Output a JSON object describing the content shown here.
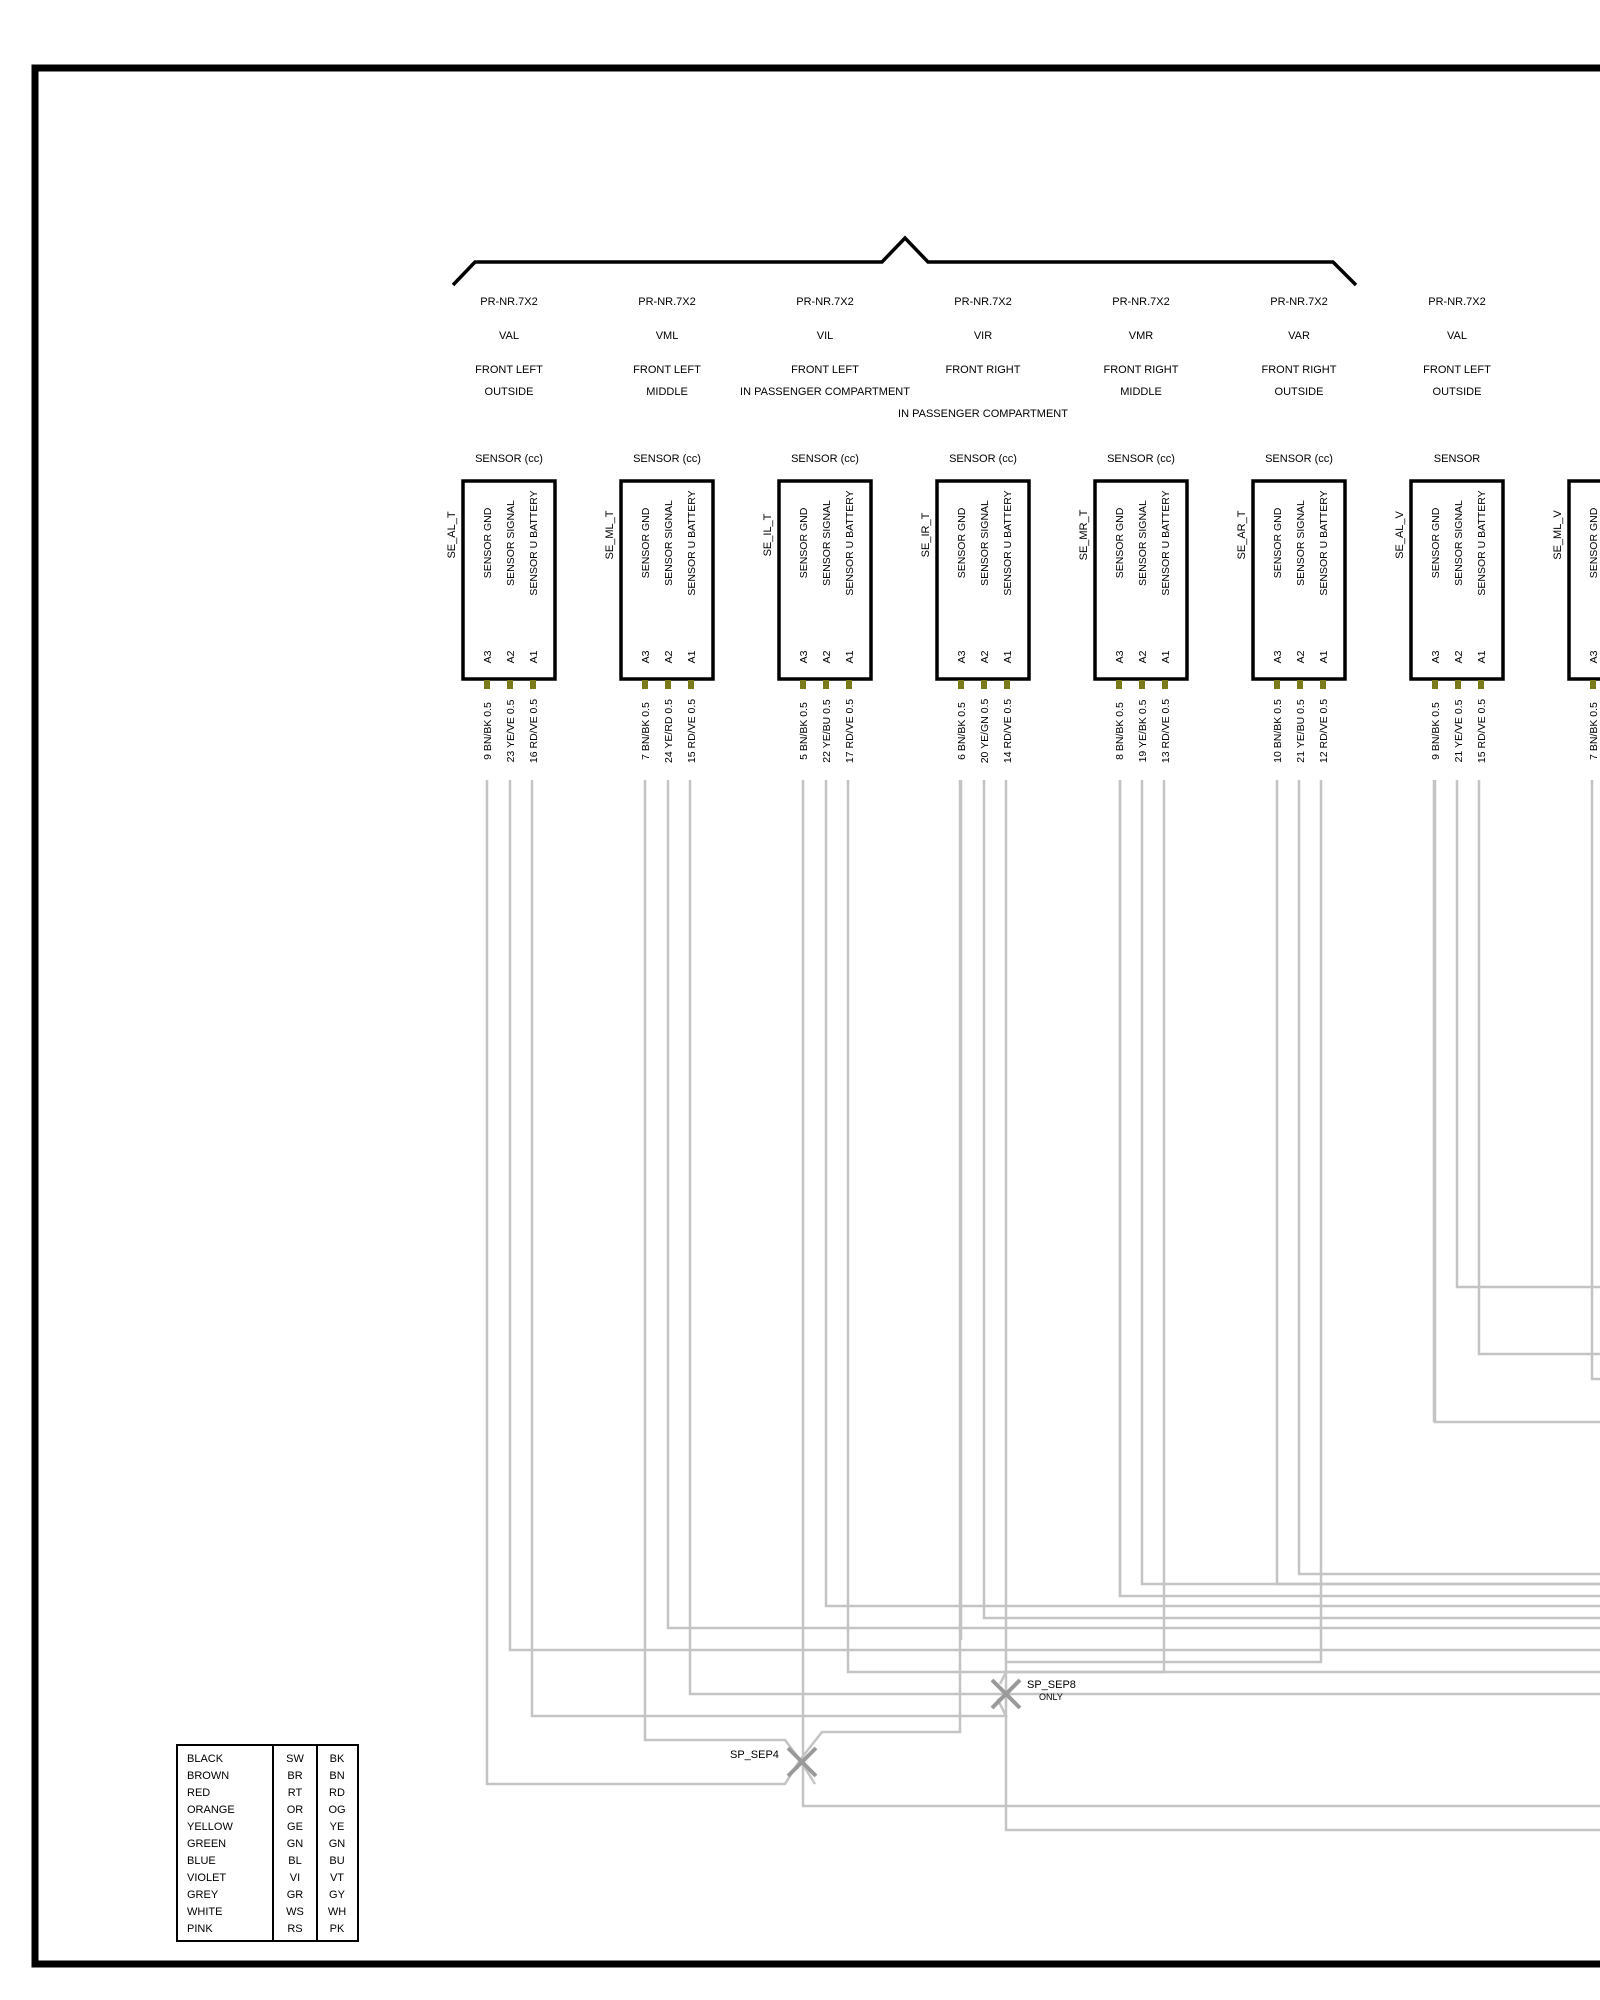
{
  "sensors": [
    {
      "part": "PR-NR.7X2",
      "code": "VAL",
      "loc1": "FRONT LEFT",
      "loc2": "OUTSIDE",
      "loc3": "",
      "type": "SENSOR  (cc)",
      "id": "SE_AL_T",
      "pins": [
        "SENSOR  GND",
        "SENSOR  SIGNAL",
        "SENSOR  U BATTERY"
      ],
      "pin_ids": [
        "A3",
        "A2",
        "A1"
      ],
      "wires": [
        "9 BN/BK 0.5",
        "23 YE/VE 0.5",
        "16 RD/VE 0.5"
      ]
    },
    {
      "part": "PR-NR.7X2",
      "code": "VML",
      "loc1": "FRONT LEFT",
      "loc2": "MIDDLE",
      "loc3": "",
      "type": "SENSOR  (cc)",
      "id": "SE_ML_T",
      "pins": [
        "SENSOR  GND",
        "SENSOR  SIGNAL",
        "SENSOR  U BATTERY"
      ],
      "pin_ids": [
        "A3",
        "A2",
        "A1"
      ],
      "wires": [
        "7 BN/BK 0.5",
        "24 YE/RD 0.5",
        "15 RD/VE 0.5"
      ]
    },
    {
      "part": "PR-NR.7X2",
      "code": "VIL",
      "loc1": "FRONT LEFT",
      "loc2": "IN PASSENGER COMPARTMENT",
      "loc3": "",
      "type": "SENSOR  (cc)",
      "id": "SE_IL_T",
      "pins": [
        "SENSOR  GND",
        "SENSOR  SIGNAL",
        "SENSOR  U BATTERY"
      ],
      "pin_ids": [
        "A3",
        "A2",
        "A1"
      ],
      "wires": [
        "5 BN/BK 0.5",
        "22 YE/BU 0.5",
        "17 RD/VE 0.5"
      ]
    },
    {
      "part": "PR-NR.7X2",
      "code": "VIR",
      "loc1": "FRONT RIGHT",
      "loc2": "",
      "loc3": "IN PASSENGER COMPARTMENT",
      "type": "SENSOR  (cc)",
      "id": "SE_IR_T",
      "pins": [
        "SENSOR  GND",
        "SENSOR  SIGNAL",
        "SENSOR  U BATTERY"
      ],
      "pin_ids": [
        "A3",
        "A2",
        "A1"
      ],
      "wires": [
        "6 BN/BK 0.5",
        "20 YE/GN 0.5",
        "14 RD/VE 0.5"
      ]
    },
    {
      "part": "PR-NR.7X2",
      "code": "VMR",
      "loc1": "FRONT RIGHT",
      "loc2": "MIDDLE",
      "loc3": "",
      "type": "SENSOR  (cc)",
      "id": "SE_MR_T",
      "pins": [
        "SENSOR  GND",
        "SENSOR  SIGNAL",
        "SENSOR  U BATTERY"
      ],
      "pin_ids": [
        "A3",
        "A2",
        "A1"
      ],
      "wires": [
        "8 BN/BK 0.5",
        "19 YE/BK 0.5",
        "13 RD/VE 0.5"
      ]
    },
    {
      "part": "PR-NR.7X2",
      "code": "VAR",
      "loc1": "FRONT RIGHT",
      "loc2": "OUTSIDE",
      "loc3": "",
      "type": "SENSOR  (cc)",
      "id": "SE_AR_T",
      "pins": [
        "SENSOR  GND",
        "SENSOR  SIGNAL",
        "SENSOR  U BATTERY"
      ],
      "pin_ids": [
        "A3",
        "A2",
        "A1"
      ],
      "wires": [
        "10 BN/BK 0.5",
        "21 YE/BU 0.5",
        "12 RD/VE 0.5"
      ]
    },
    {
      "part": "PR-NR.7X2",
      "code": "VAL",
      "loc1": "FRONT LEFT",
      "loc2": "OUTSIDE",
      "loc3": "",
      "type": "SENSOR",
      "id": "SE_AL_V",
      "pins": [
        "SENSOR  GND",
        "SENSOR  SIGNAL",
        "SENSOR  U BATTERY"
      ],
      "pin_ids": [
        "A3",
        "A2",
        "A1"
      ],
      "wires": [
        "9 BN/BK 0.5",
        "21 YE/VE 0.5",
        "15 RD/VE 0.5"
      ]
    },
    {
      "part": "PR",
      "code": "",
      "loc1": "FRO",
      "loc2": "M",
      "loc3": "",
      "type": "SE",
      "id": "SE_ML_V",
      "pins": [
        "SENSOR  GND",
        "",
        ""
      ],
      "pin_ids": [
        "A3",
        "",
        ""
      ],
      "wires": [
        "7 BN/BK 0.5",
        "",
        ""
      ]
    }
  ],
  "splices": [
    {
      "label": "SP_SEP8",
      "sublabel": "ONLY"
    },
    {
      "label": "SP_SEP4",
      "sublabel": ""
    }
  ],
  "color_legend": [
    {
      "name": "BLACK",
      "de": "SW",
      "en": "BK"
    },
    {
      "name": "BROWN",
      "de": "BR",
      "en": "BN"
    },
    {
      "name": "RED",
      "de": "RT",
      "en": "RD"
    },
    {
      "name": "ORANGE",
      "de": "OR",
      "en": "OG"
    },
    {
      "name": "YELLOW",
      "de": "GE",
      "en": "YE"
    },
    {
      "name": "GREEN",
      "de": "GN",
      "en": "GN"
    },
    {
      "name": "BLUE",
      "de": "BL",
      "en": "BU"
    },
    {
      "name": "VIOLET",
      "de": "VI",
      "en": "VT"
    },
    {
      "name": "GREY",
      "de": "GR",
      "en": "GY"
    },
    {
      "name": "WHITE",
      "de": "WS",
      "en": "WH"
    },
    {
      "name": "PINK",
      "de": "RS",
      "en": "PK"
    }
  ],
  "colors": {
    "wire": "#c4c4c4",
    "pin": "#7a7a1a",
    "frame": "#000000"
  }
}
